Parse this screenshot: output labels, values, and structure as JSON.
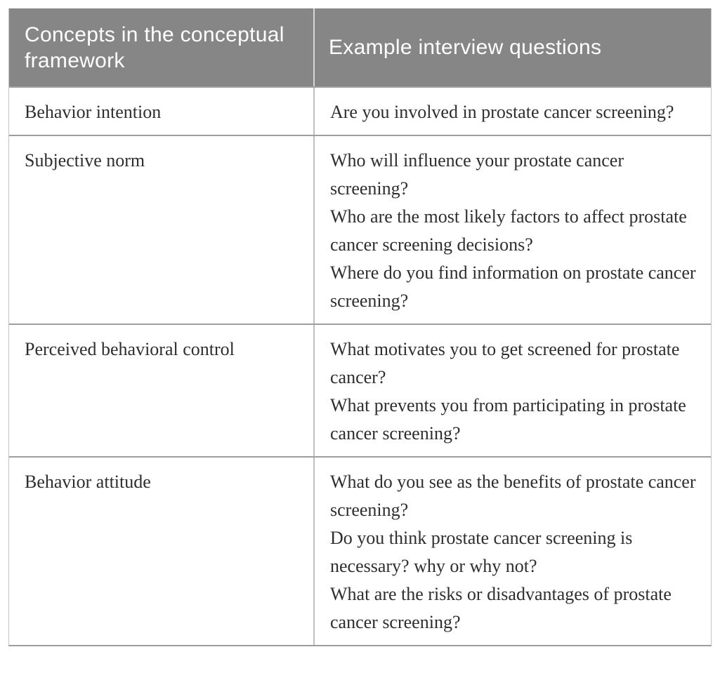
{
  "table": {
    "headers": {
      "concepts": "Concepts in the conceptual framework",
      "questions": "Example interview questions"
    },
    "rows": [
      {
        "concept": "Behavior intention",
        "questions": [
          "Are you involved in prostate cancer screening?"
        ]
      },
      {
        "concept": "Subjective norm",
        "questions": [
          "Who will influence your prostate cancer screening?",
          "Who are the most likely factors to affect prostate cancer screening decisions?",
          "Where do you find information on prostate cancer screening?"
        ]
      },
      {
        "concept": "Perceived behavioral control",
        "questions": [
          "What motivates you to get screened for prostate cancer?",
          "What prevents you from participating in prostate cancer screening?"
        ]
      },
      {
        "concept": "Behavior attitude",
        "questions": [
          "What do you see as the benefits of prostate cancer screening?",
          "Do you think prostate cancer screening is necessary? why or why not?",
          "What are the risks or disadvantages of prostate cancer screening?"
        ]
      }
    ],
    "colors": {
      "header_bg": "#868686",
      "header_text": "#ffffff",
      "body_text": "#2e2e2e",
      "row_divider": "#9e9e9e",
      "column_divider": "#bfbfbf"
    }
  }
}
